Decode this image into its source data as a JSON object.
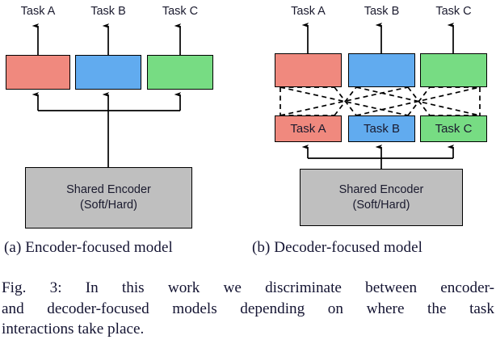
{
  "figure": {
    "number": "Fig. 3",
    "caption_line1": "Fig. 3: In this work we discriminate between encoder-",
    "caption_line2": "and decoder-focused models depending on where the task",
    "caption_line3": "interactions take place.",
    "caption_full": "Fig. 3: In this work we discriminate between encoder- and decoder-focused models depending on where the task interactions take place."
  },
  "colors": {
    "task_a": "#F0897E",
    "task_b": "#61ABEF",
    "task_c": "#77DC83",
    "encoder_gray": "#BFBFBF",
    "outline": "#000000",
    "text": "#1A1A2E"
  },
  "panel_a": {
    "subcaption": "(a) Encoder-focused model",
    "output_labels": [
      "Task A",
      "Task B",
      "Task C"
    ],
    "head_boxes": [
      {
        "label": "",
        "color_key": "task_a"
      },
      {
        "label": "",
        "color_key": "task_b"
      },
      {
        "label": "",
        "color_key": "task_c"
      }
    ],
    "encoder": {
      "line1": "Shared Encoder",
      "line2": "(Soft/Hard)"
    }
  },
  "panel_b": {
    "subcaption": "(b) Decoder-focused model",
    "output_labels": [
      "Task A",
      "Task B",
      "Task C"
    ],
    "head_boxes": [
      {
        "label": "",
        "color_key": "task_a"
      },
      {
        "label": "",
        "color_key": "task_b"
      },
      {
        "label": "",
        "color_key": "task_c"
      }
    ],
    "decoder_boxes": [
      {
        "label": "Task A",
        "color_key": "task_a"
      },
      {
        "label": "Task B",
        "color_key": "task_b"
      },
      {
        "label": "Task C",
        "color_key": "task_c"
      }
    ],
    "encoder": {
      "line1": "Shared Encoder",
      "line2": "(Soft/Hard)"
    },
    "interaction_note": "dashed cross-task interaction links"
  }
}
